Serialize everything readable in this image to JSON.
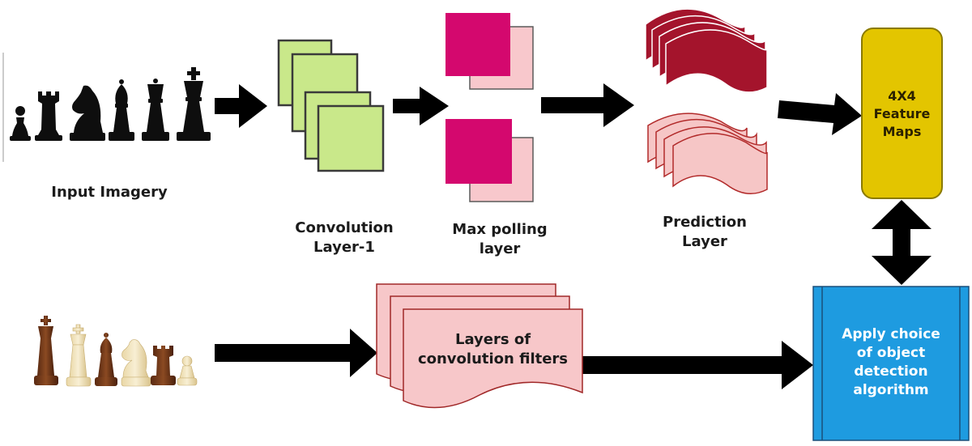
{
  "labels": {
    "input_imagery": "Input Imagery",
    "convolution_layer": "Convolution\nLayer-1",
    "max_pooling": "Max polling\nlayer",
    "prediction_layer": "Prediction\nLayer",
    "feature_maps": "4X4\nFeature\nMaps",
    "conv_filters": "Layers of\nconvolution filters",
    "detection_algorithm": "Apply choice\nof object\ndetection\nalgorithm"
  },
  "colors": {
    "conv_green": "#c9e88a",
    "maxpool_magenta": "#d4086e",
    "maxpool_pink": "#f8c8cc",
    "prediction_dark": "#a4142c",
    "prediction_light": "#f6c6c6",
    "feature_yellow": "#e3c500",
    "filter_pink": "#f7c7c9",
    "detection_blue": "#1e9be0",
    "arrow": "#000000"
  },
  "icons": {
    "top_pieces": [
      "pawn-icon",
      "rook-icon",
      "knight-icon",
      "bishop-icon",
      "queen-icon",
      "king-icon"
    ],
    "bottom_pieces": [
      "king-icon",
      "king-icon",
      "bishop-icon",
      "knight-icon",
      "rook-icon",
      "pawn-icon"
    ]
  }
}
